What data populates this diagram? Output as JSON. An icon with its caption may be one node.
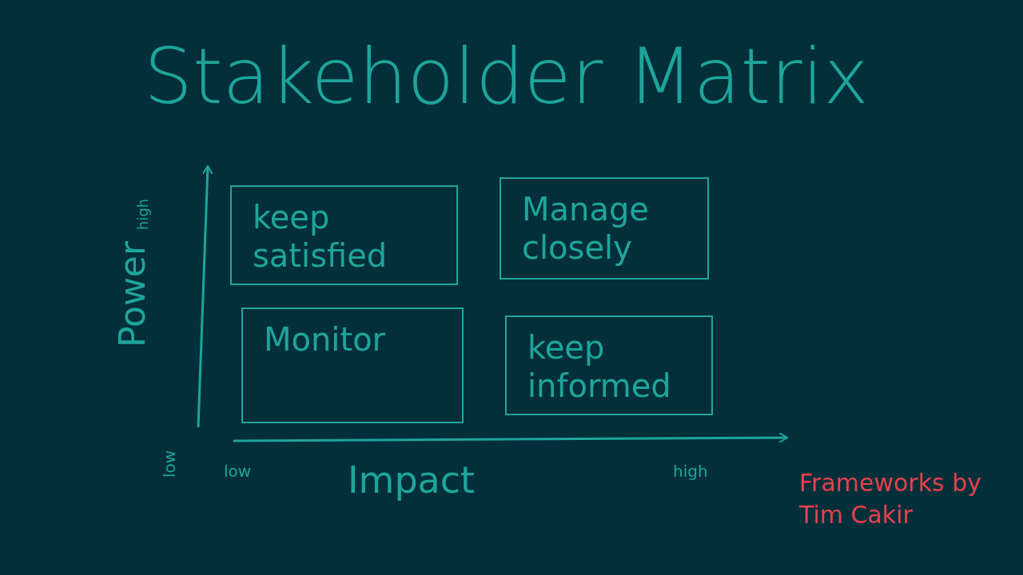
{
  "diagram": {
    "title": "Stakeholder Matrix",
    "nodes": [
      {
        "text": [
          "keep satisfied"
        ]
      },
      {
        "text": [
          "Manage closely"
        ]
      },
      {
        "text": [
          "Monitor"
        ]
      },
      {
        "text": [
          "keep informed"
        ]
      }
    ],
    "labels": [
      "high",
      "Power",
      "low",
      "low",
      "Impact",
      "high",
      "Frameworks by Tim Cakir"
    ]
  }
}
